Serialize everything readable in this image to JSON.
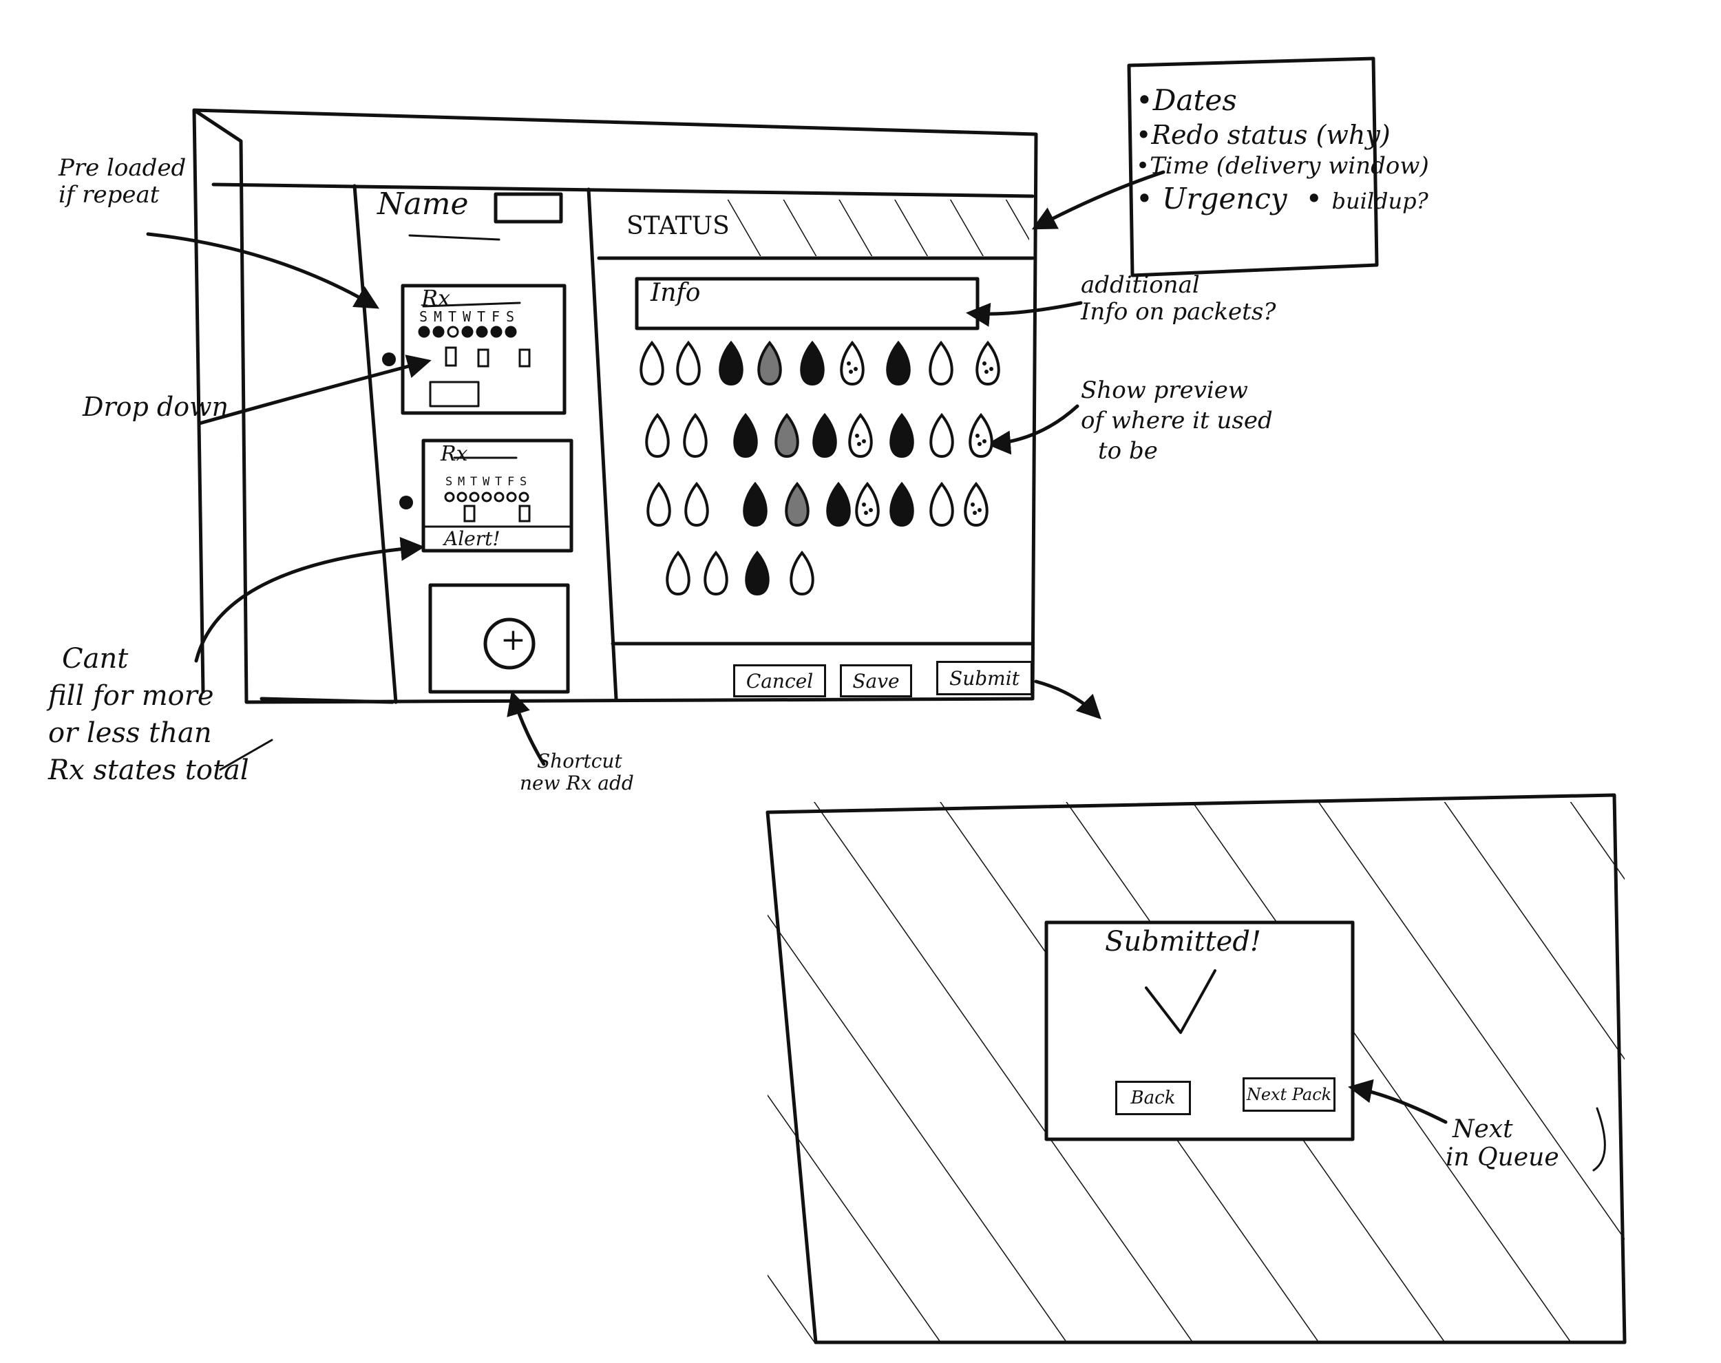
{
  "main_screen": {
    "name_label": "Name",
    "status_label": "STATUS",
    "info_label": "Info",
    "rx_cards": [
      {
        "title": "Rx",
        "days": [
          "S",
          "M",
          "T",
          "W",
          "T",
          "F",
          "S"
        ]
      },
      {
        "title": "Rx",
        "days": [
          "S",
          "M",
          "T",
          "W",
          "T",
          "F",
          "S"
        ],
        "alert": "Alert!"
      }
    ],
    "add_icon": "plus-icon",
    "buttons": {
      "cancel": "Cancel",
      "save": "Save",
      "submit": "Submit"
    }
  },
  "status_notes": [
    "Dates",
    "Redo status (why)",
    "Time (delivery window)",
    "Urgency",
    "buildup?"
  ],
  "annotations": {
    "preloaded": [
      "Pre loaded",
      "if repeat"
    ],
    "dropdown": "Drop down",
    "cant_fill": [
      "Cant",
      "fill for more",
      "or less than",
      "Rx states total"
    ],
    "shortcut": [
      "Shortcut",
      "new Rx add"
    ],
    "additional_info": [
      "additional",
      "Info on packets?"
    ],
    "preview": [
      "Show preview",
      "of where it used",
      "to be"
    ],
    "next_in_queue": [
      "Next",
      "in Queue"
    ]
  },
  "confirm_screen": {
    "title": "Submitted!",
    "check_icon": "checkmark-icon",
    "buttons": {
      "back": "Back",
      "next_pack": "Next Pack"
    }
  },
  "colors": {
    "ink": "#111111",
    "paper": "#ffffff"
  }
}
